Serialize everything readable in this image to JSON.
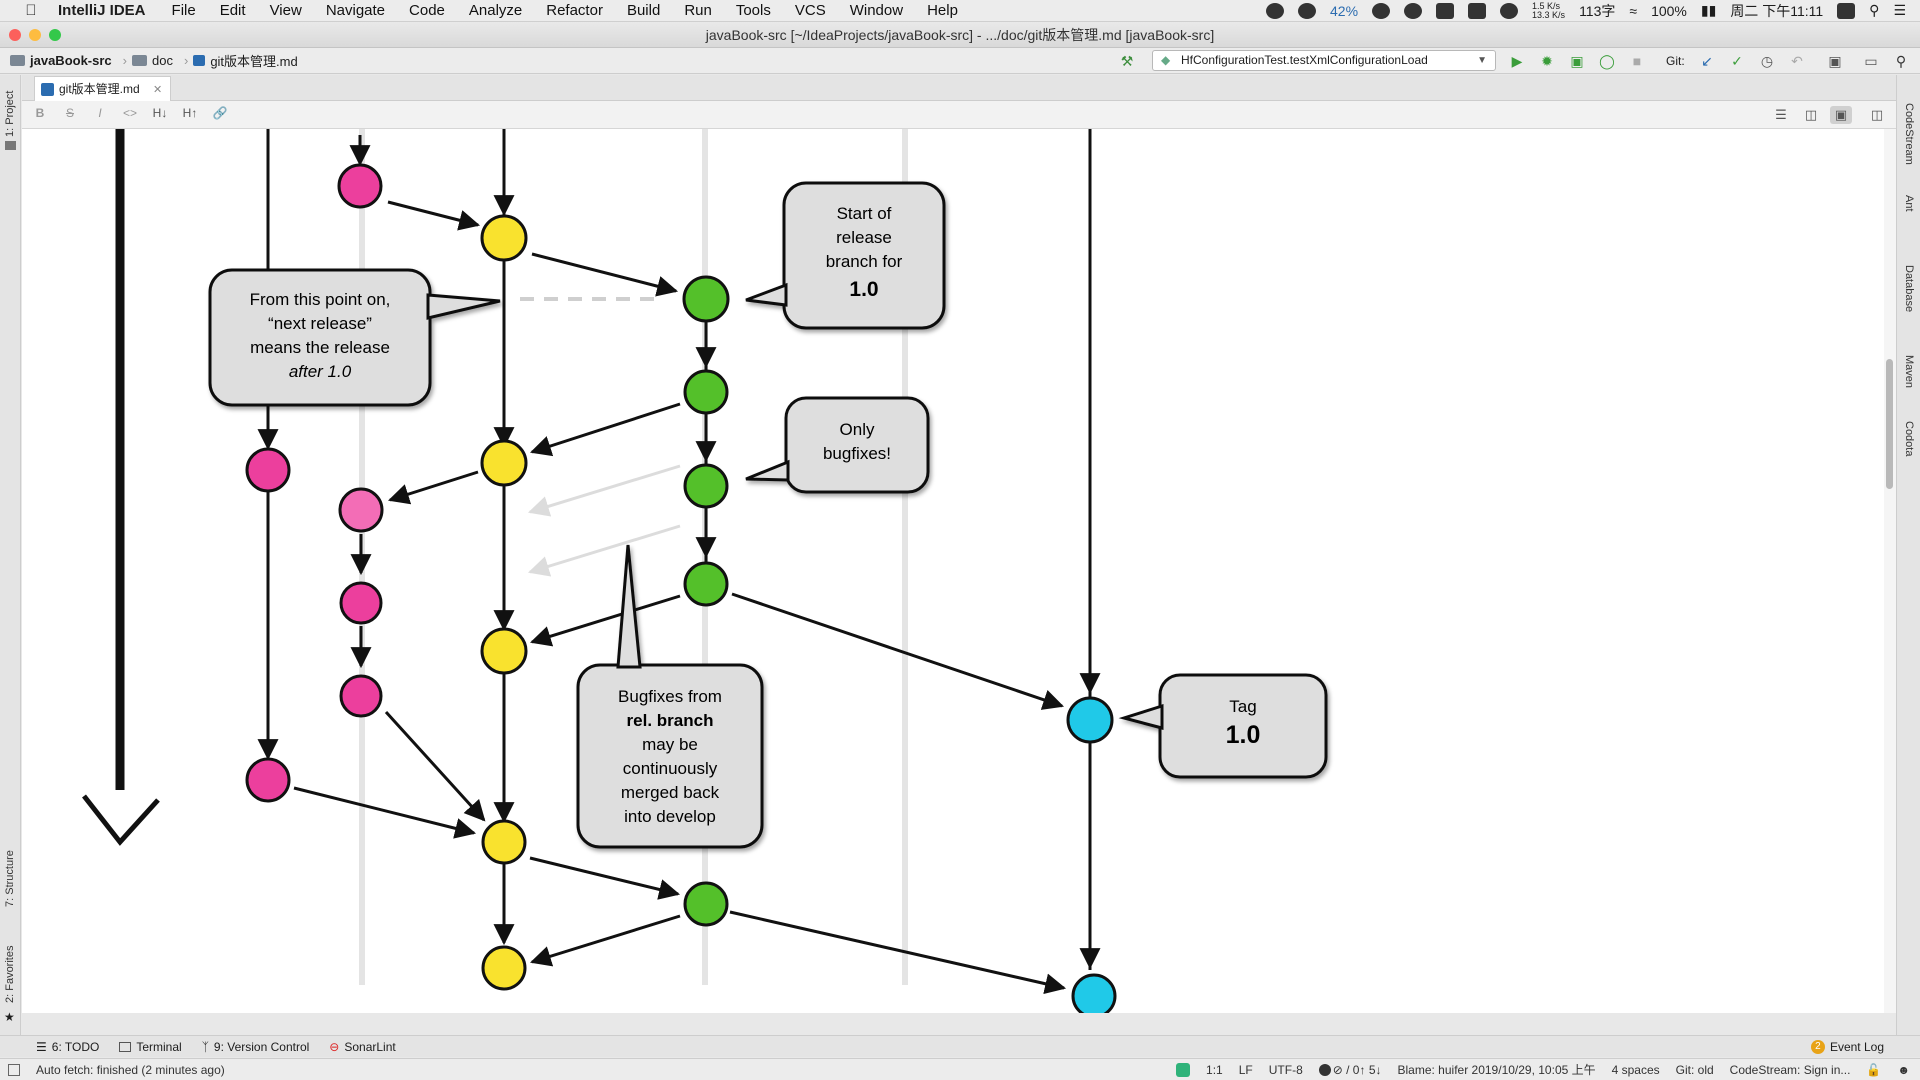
{
  "menubar": {
    "app": "IntelliJ IDEA",
    "items": [
      "File",
      "Edit",
      "View",
      "Navigate",
      "Code",
      "Analyze",
      "Refactor",
      "Build",
      "Run",
      "Tools",
      "VCS",
      "Window",
      "Help"
    ],
    "cpu": "42%",
    "net_up": "1.5 K/s",
    "net_down": "13.3 K/s",
    "words": "113字",
    "battery": "100%",
    "clock": "周二 下午11:11"
  },
  "window": {
    "title": "javaBook-src [~/IdeaProjects/javaBook-src] - .../doc/git版本管理.md [javaBook-src]"
  },
  "navbar": {
    "breadcrumbs": [
      "javaBook-src",
      "doc",
      "git版本管理.md"
    ],
    "run_config": "HfConfigurationTest.testXmlConfigurationLoad",
    "git_label": "Git:"
  },
  "left_tools": {
    "project": "1: Project",
    "structure": "7: Structure",
    "favorites": "2: Favorites"
  },
  "right_tools": [
    "CodeStream",
    "Ant",
    "Database",
    "Maven",
    "Codota"
  ],
  "editor": {
    "tab": "git版本管理.md",
    "md_buttons": [
      "B",
      "S",
      "I",
      "<>",
      "H↓",
      "H↑",
      "🔗"
    ]
  },
  "diagram": {
    "bubble_from_point": [
      "From this point on,",
      "“next release”",
      "means the release",
      "after 1.0"
    ],
    "bubble_start": [
      "Start of",
      "release",
      "branch for",
      "1.0"
    ],
    "bubble_bugfixes": [
      "Only",
      "bugfixes!"
    ],
    "bubble_merge": [
      "Bugfixes from",
      "rel. branch",
      "may be",
      "continuously",
      "merged back",
      "into develop"
    ],
    "bubble_tag": [
      "Tag",
      "1.0"
    ],
    "colors": {
      "feature": "#ec3f9d",
      "feature_light": "#f36db6",
      "develop": "#f9e22e",
      "release": "#54c02a",
      "master": "#20c9e8"
    }
  },
  "toolwindows": [
    "6: TODO",
    "Terminal",
    "9: Version Control",
    "SonarLint"
  ],
  "event_log": "Event Log",
  "event_count": "2",
  "status": {
    "message": "Auto fetch: finished (2 minutes ago)",
    "position": "1:1",
    "line_sep": "LF",
    "encoding": "UTF-8",
    "vcs_changes": "⊘ / 0↑ 5↓",
    "blame": "Blame: huifer 2019/10/29, 10:05 上午",
    "indent": "4 spaces",
    "git_branch": "Git: old",
    "codestream": "CodeStream: Sign in..."
  }
}
